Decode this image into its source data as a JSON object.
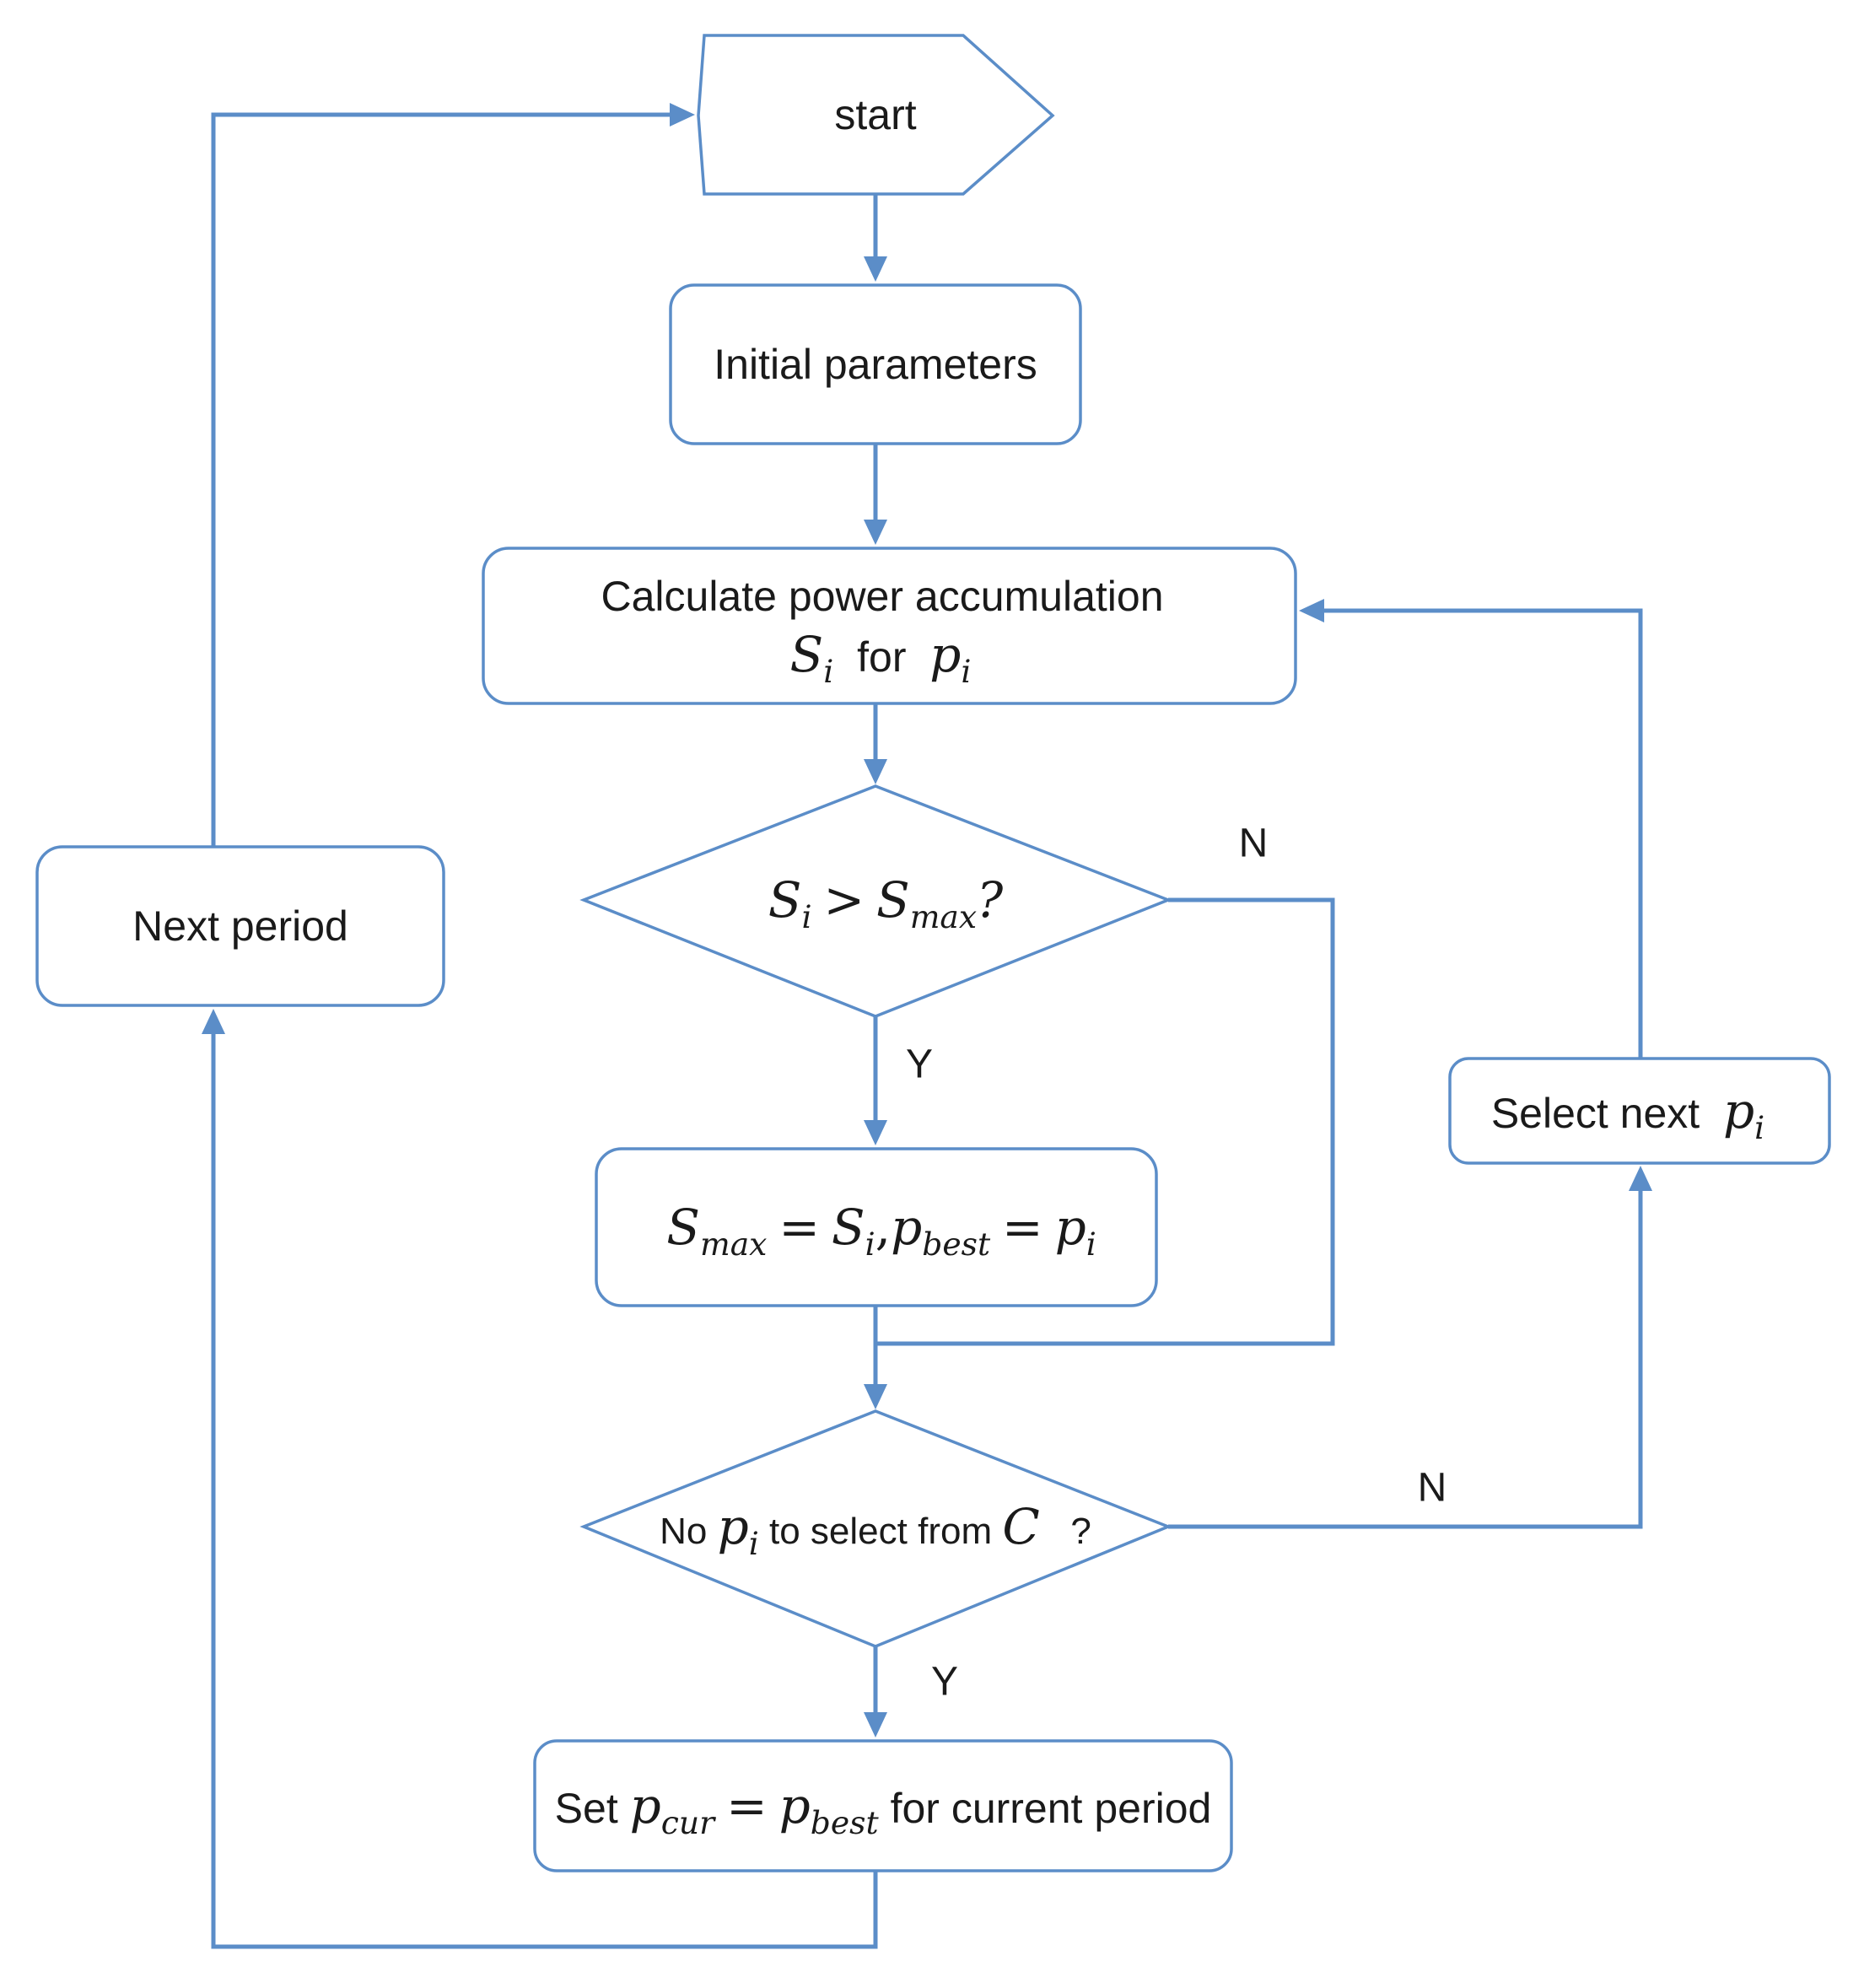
{
  "nodes": {
    "start": {
      "text": "start"
    },
    "init": {
      "text": "Initial parameters"
    },
    "calc": {
      "line1": "Calculate power accumulation",
      "for": "for",
      "S": "S",
      "p": "p",
      "sub_i": "i"
    },
    "check_max": {
      "S": "S",
      "sub_i": "i",
      "op": ">",
      "max_sub": "max",
      "q": "?"
    },
    "assign": {
      "S": "S",
      "max_sub": "max",
      "eq1": "=",
      "sub_i": "i",
      "comma": ",",
      "p": "p",
      "best_sub": "best",
      "eq2": "="
    },
    "check_empty": {
      "no": "No",
      "p": "p",
      "sub_i": "i",
      "mid": "to select from",
      "C": "C",
      "q": "?"
    },
    "set_cur": {
      "set": "Set",
      "p": "p",
      "cur_sub": "cur",
      "eq": "=",
      "best_sub": "best",
      "tail": "for current period"
    },
    "next_period": {
      "text": "Next period"
    },
    "select_next": {
      "text": "Select next",
      "p": "p",
      "sub_i": "i"
    }
  },
  "edge_labels": {
    "n1": "N",
    "y1": "Y",
    "n2": "N",
    "y2": "Y"
  },
  "colors": {
    "stroke": "#5b8dc8",
    "text": "#1a1a1a"
  }
}
